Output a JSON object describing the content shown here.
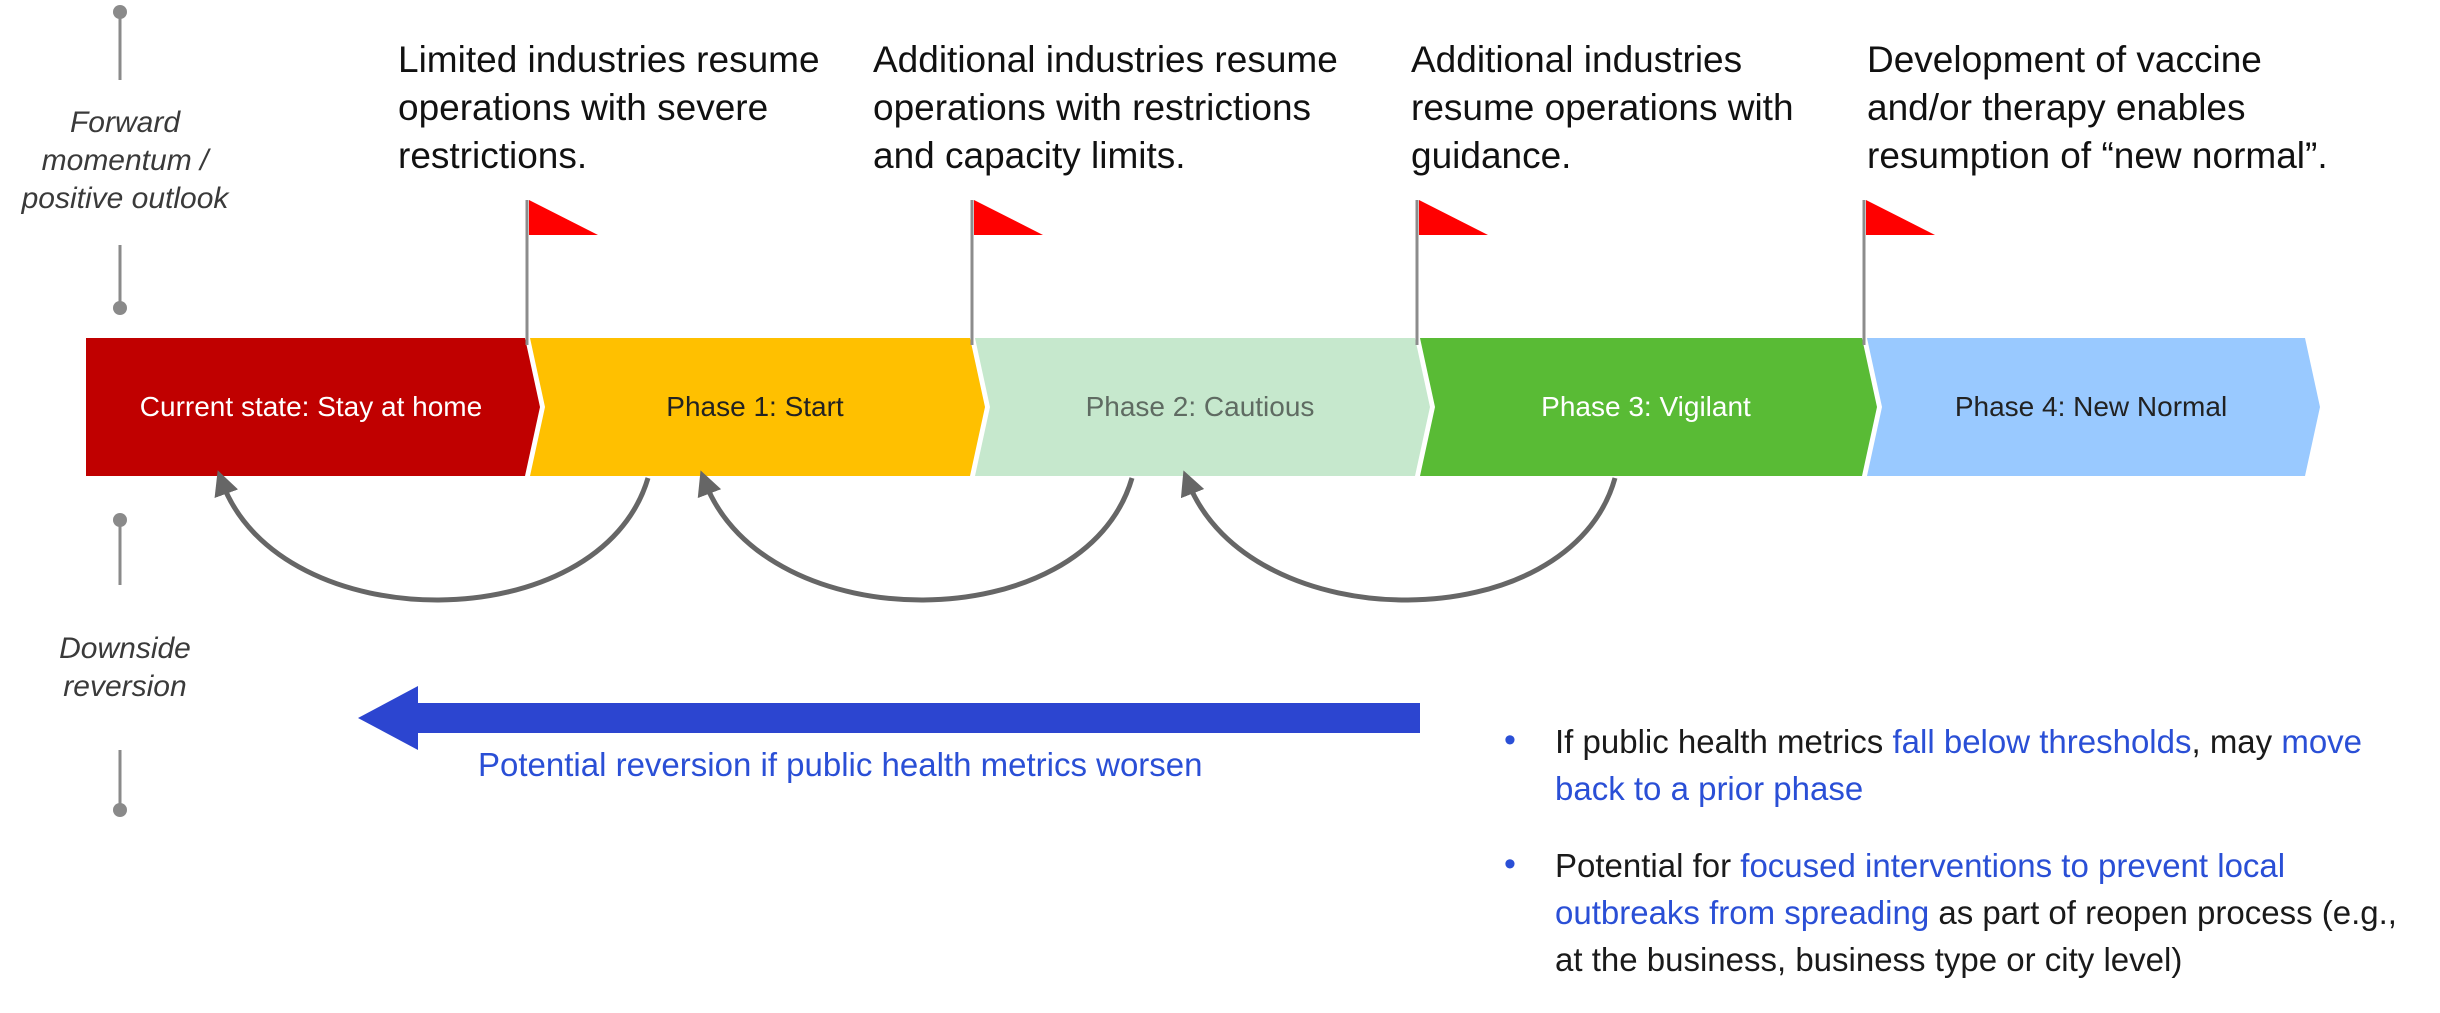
{
  "side_labels": {
    "upside": "Forward\nmomentum /\npositive outlook",
    "downside": "Downside\nreversion"
  },
  "milestones": [
    "Limited industries resume\noperations with severe\nrestrictions.",
    "Additional industries resume\noperations with restrictions\nand capacity limits.",
    "Additional industries\nresume operations with\nguidance.",
    "Development of vaccine\nand/or therapy enables\nresumption of “new normal”."
  ],
  "phases": [
    {
      "label": "Current state: Stay at home",
      "color": "#c00000",
      "text_color": "#ffffff"
    },
    {
      "label": "Phase 1: Start",
      "color": "#ffc000",
      "text_color": "#222222"
    },
    {
      "label": "Phase 2: Cautious",
      "color": "#c6e8cd",
      "text_color": "#5f6b62"
    },
    {
      "label": "Phase 3: Vigilant",
      "color": "#59bb35",
      "text_color": "#ffffff"
    },
    {
      "label": "Phase 4: New Normal",
      "color": "#99c9ff",
      "text_color": "#222222"
    }
  ],
  "reversion_arrow": {
    "label": "Potential reversion if public health metrics worsen",
    "color": "#2c45d0"
  },
  "flag_color": "#ff0000",
  "bullets": [
    {
      "pre": "If public health metrics ",
      "highlight": "fall below thresholds",
      "mid": ", may ",
      "highlight2": "move back to a prior phase",
      "post": ""
    },
    {
      "pre": "Potential for ",
      "highlight": "focused interventions to prevent local outbreaks from spreading",
      "mid": " as part of reopen process (e.g., at the business, business type or city level)",
      "highlight2": "",
      "post": ""
    }
  ],
  "bullet_glyph": "•"
}
